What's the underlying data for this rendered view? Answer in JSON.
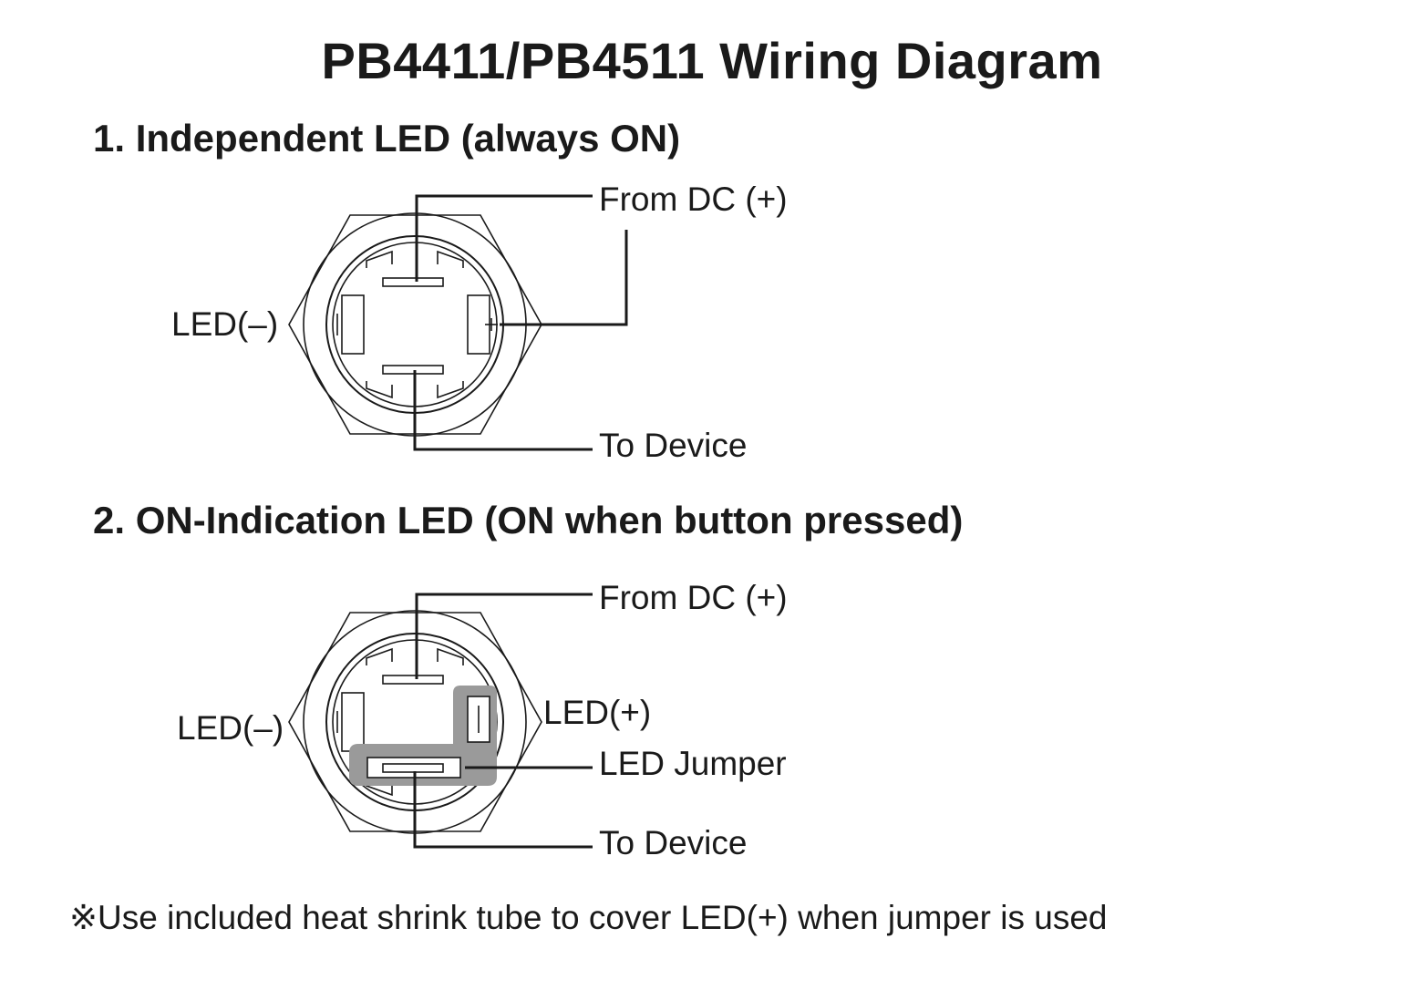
{
  "title": "PB4411/PB4511 Wiring Diagram",
  "diagram1": {
    "heading": "1. Independent LED (always ON)",
    "labels": {
      "from_dc": "From DC (+)",
      "led_minus": "LED(–)",
      "to_device": "To Device"
    }
  },
  "diagram2": {
    "heading": "2. ON-Indication LED (ON when button pressed)",
    "labels": {
      "from_dc": "From DC (+)",
      "led_minus": "LED(–)",
      "led_plus": "LED(+)",
      "led_jumper": "LED Jumper",
      "to_device": "To Device"
    }
  },
  "note": "※Use included heat shrink tube to cover LED(+) when jumper is used",
  "colors": {
    "line": "#1a1a1a",
    "jumper_fill": "#9a9a9a",
    "background": "#ffffff"
  }
}
